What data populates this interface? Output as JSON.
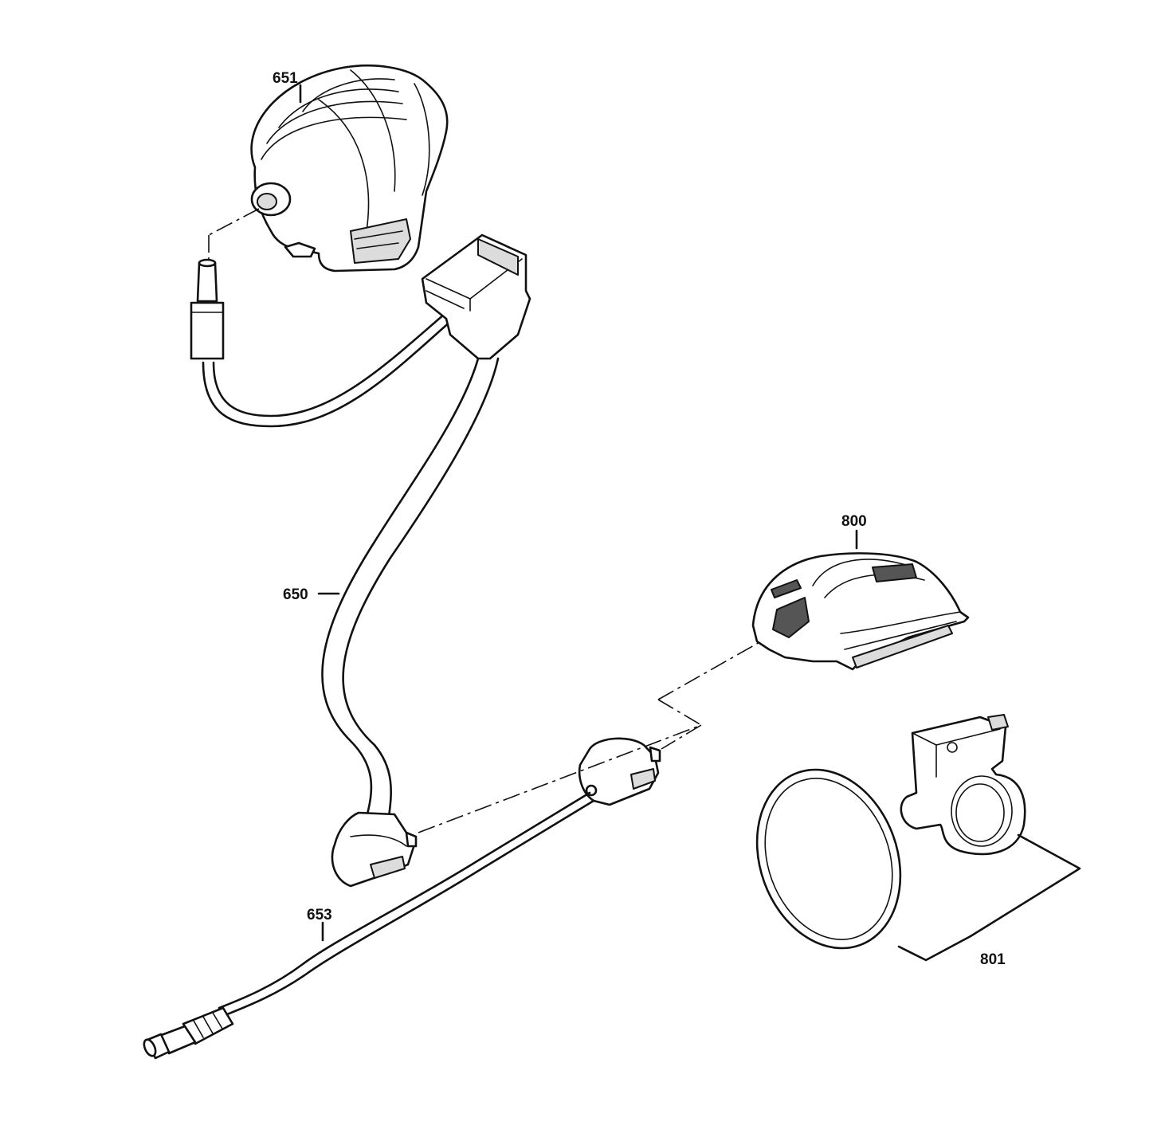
{
  "diagram": {
    "parts": [
      {
        "id": "651",
        "label": "651"
      },
      {
        "id": "650",
        "label": "650"
      },
      {
        "id": "800",
        "label": "800"
      },
      {
        "id": "653",
        "label": "653"
      },
      {
        "id": "801",
        "label": "801"
      }
    ]
  }
}
